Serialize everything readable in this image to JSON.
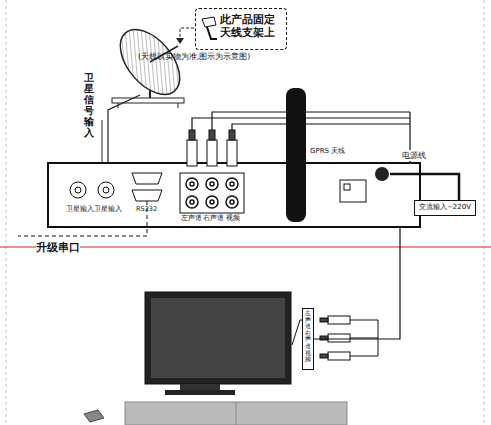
{
  "diagram": {
    "nodes": [
      {
        "text": [
          "此产品固定天线支架上"
        ]
      },
      {
        "text": [
          "卫星输入",
          "卫星输入",
          "RS232",
          "左声道",
          "右声道",
          "视频"
        ]
      },
      {
        "text": [
          "交流输入~220V"
        ]
      },
      {
        "text": [
          "左声道 右声道 视频"
        ]
      }
    ],
    "edges": [
      {
        "from": 1,
        "to": 2,
        "arrow": "none",
        "label": "电源线"
      },
      {
        "from": 1,
        "to": 3,
        "arrow": "none"
      }
    ],
    "labels": [
      "(天线以实物为准,图示为示意图)",
      "卫星信号输入",
      "GPRS 天线",
      "升级串口"
    ]
  }
}
